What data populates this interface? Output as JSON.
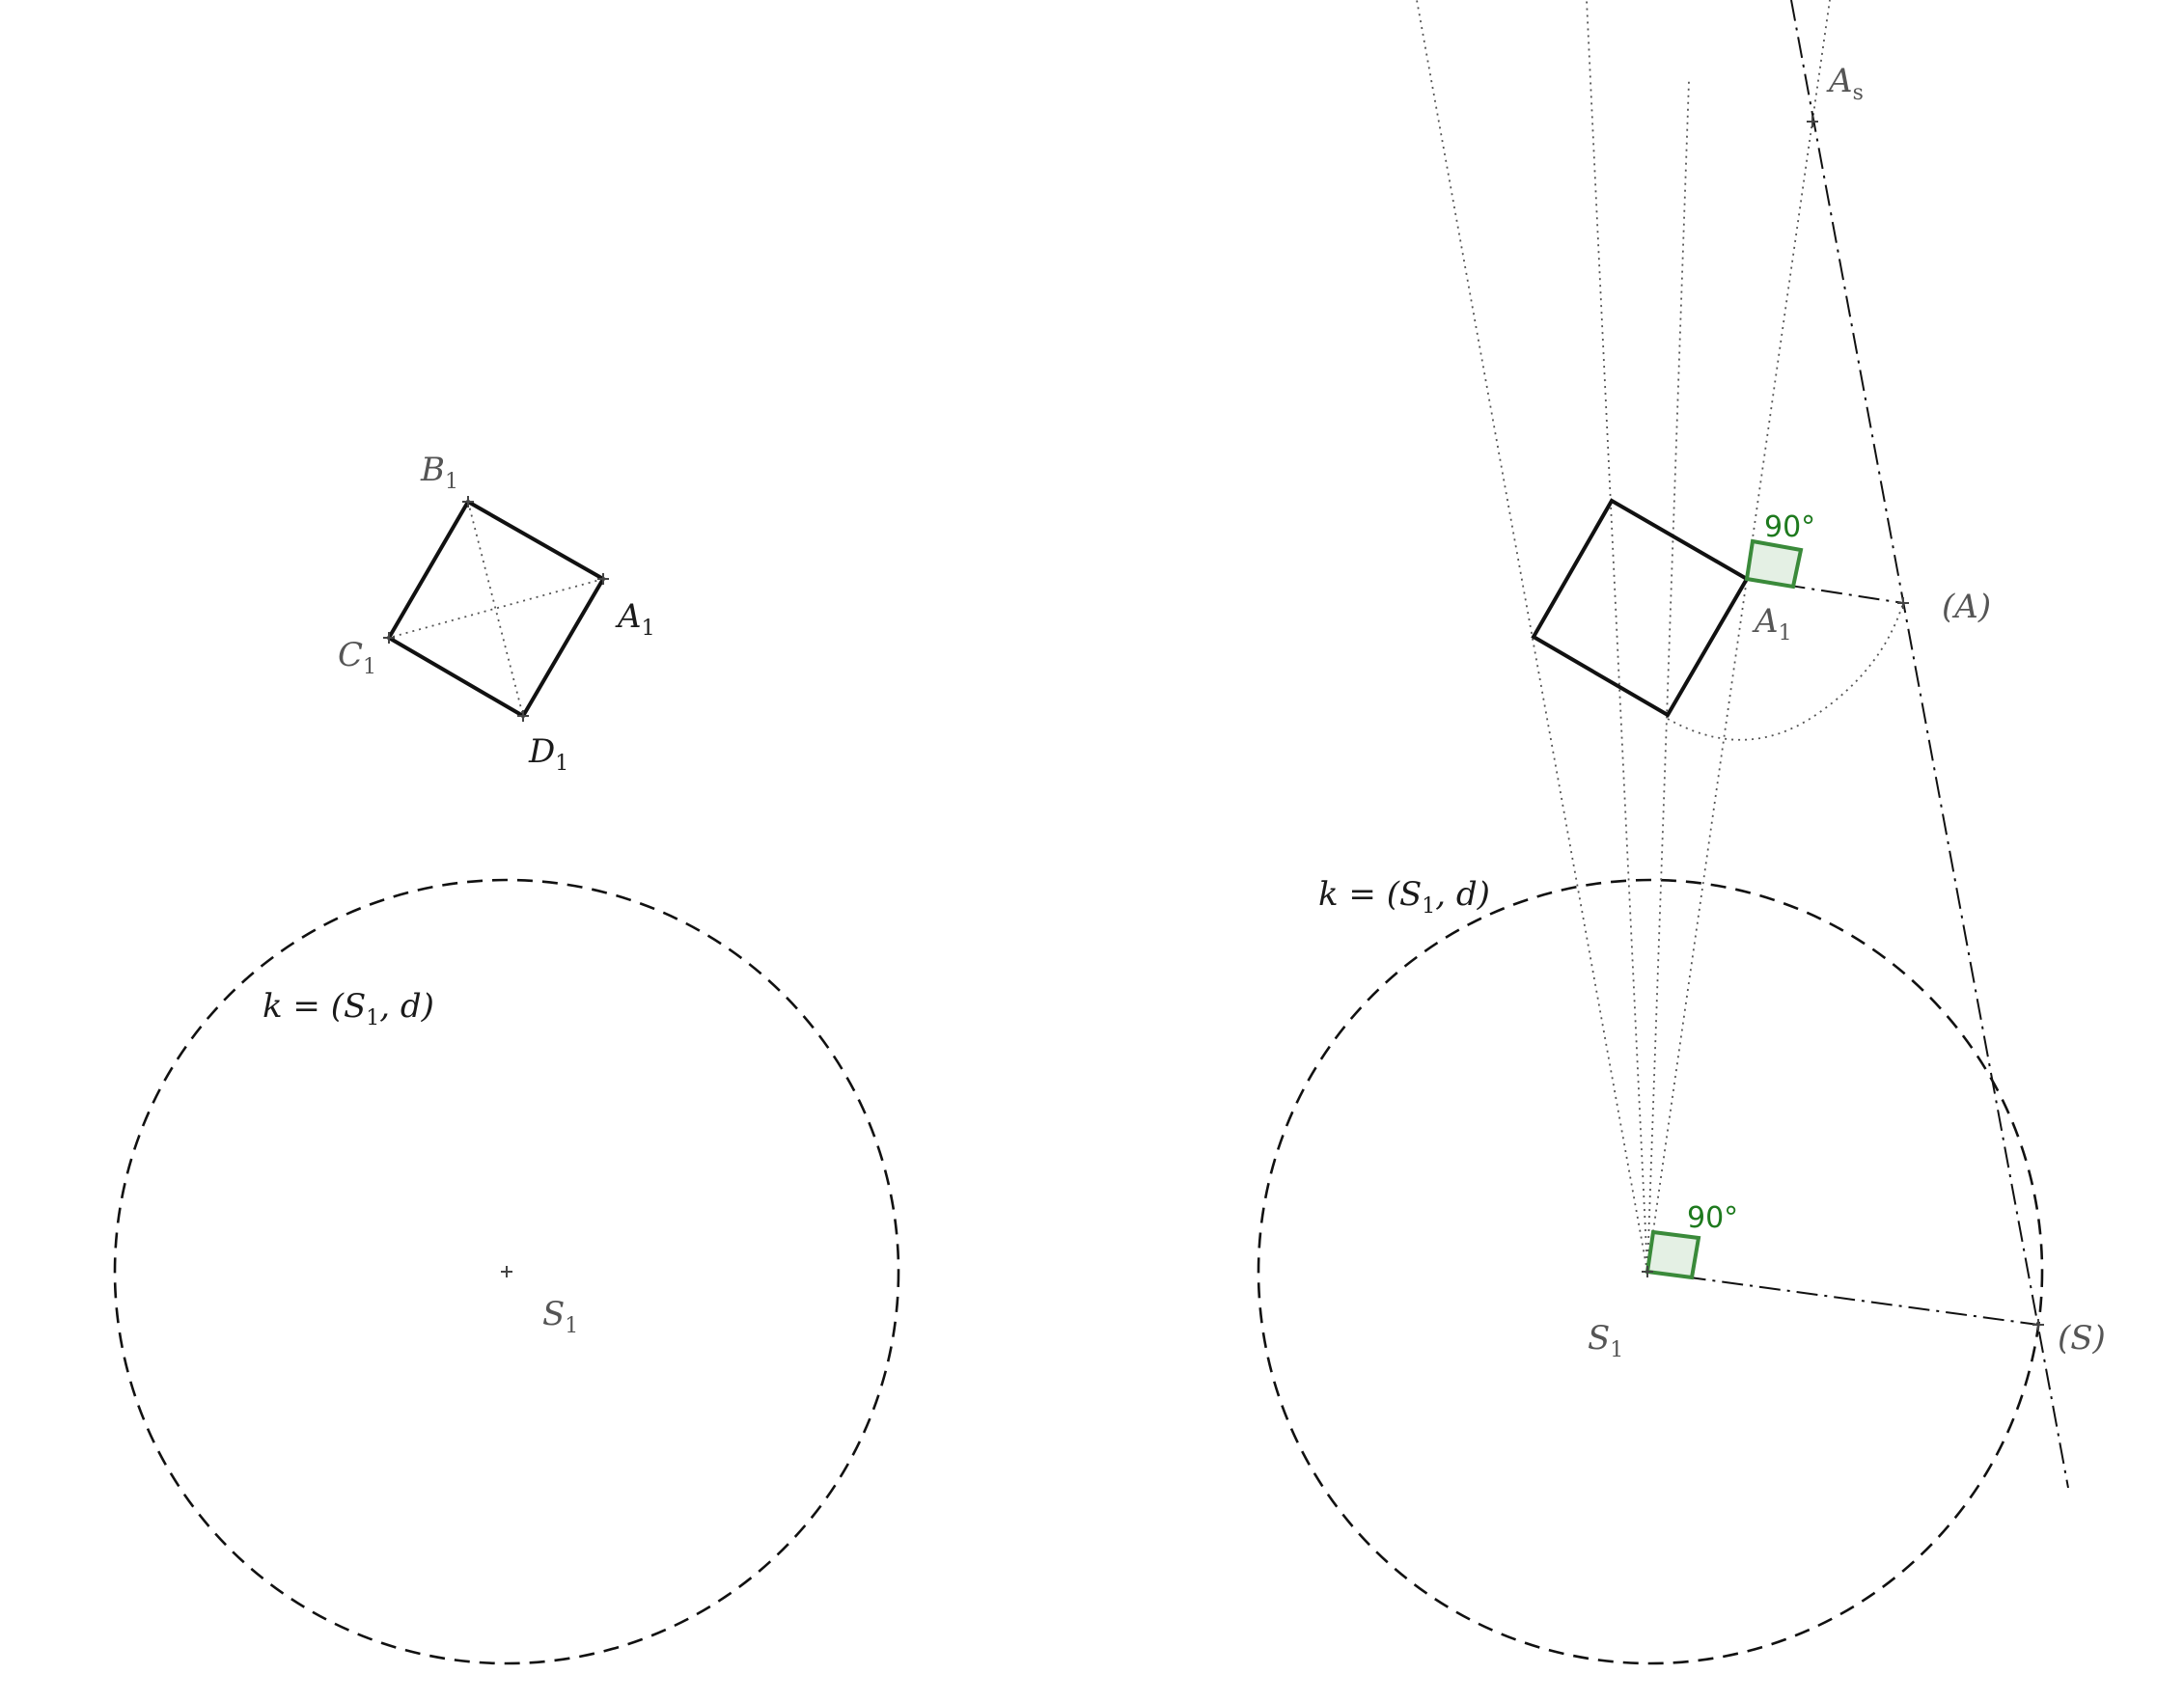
{
  "left": {
    "points": {
      "A1": {
        "base": "A",
        "sub": "1"
      },
      "B1": {
        "base": "B",
        "sub": "1"
      },
      "C1": {
        "base": "C",
        "sub": "1"
      },
      "D1": {
        "base": "D",
        "sub": "1"
      },
      "S1": {
        "base": "S",
        "sub": "1"
      }
    },
    "circle_label": {
      "pre": "k = (S",
      "sub": "1",
      "post": ", d)"
    }
  },
  "right": {
    "points": {
      "A1": {
        "base": "A",
        "sub": "1"
      },
      "As": {
        "base": "A",
        "sub": "s"
      },
      "A_rot": {
        "text": "(A)"
      },
      "S_rot": {
        "text": "(S)"
      },
      "S1": {
        "base": "S",
        "sub": "1"
      }
    },
    "circle_label": {
      "pre": "k = (S",
      "sub": "1",
      "post": ", d)"
    },
    "angle_top": "90°",
    "angle_bottom": "90°"
  },
  "colors": {
    "construction": "#111111",
    "label_gray": "#555555",
    "right_angle_green": "#3a8a3a"
  }
}
